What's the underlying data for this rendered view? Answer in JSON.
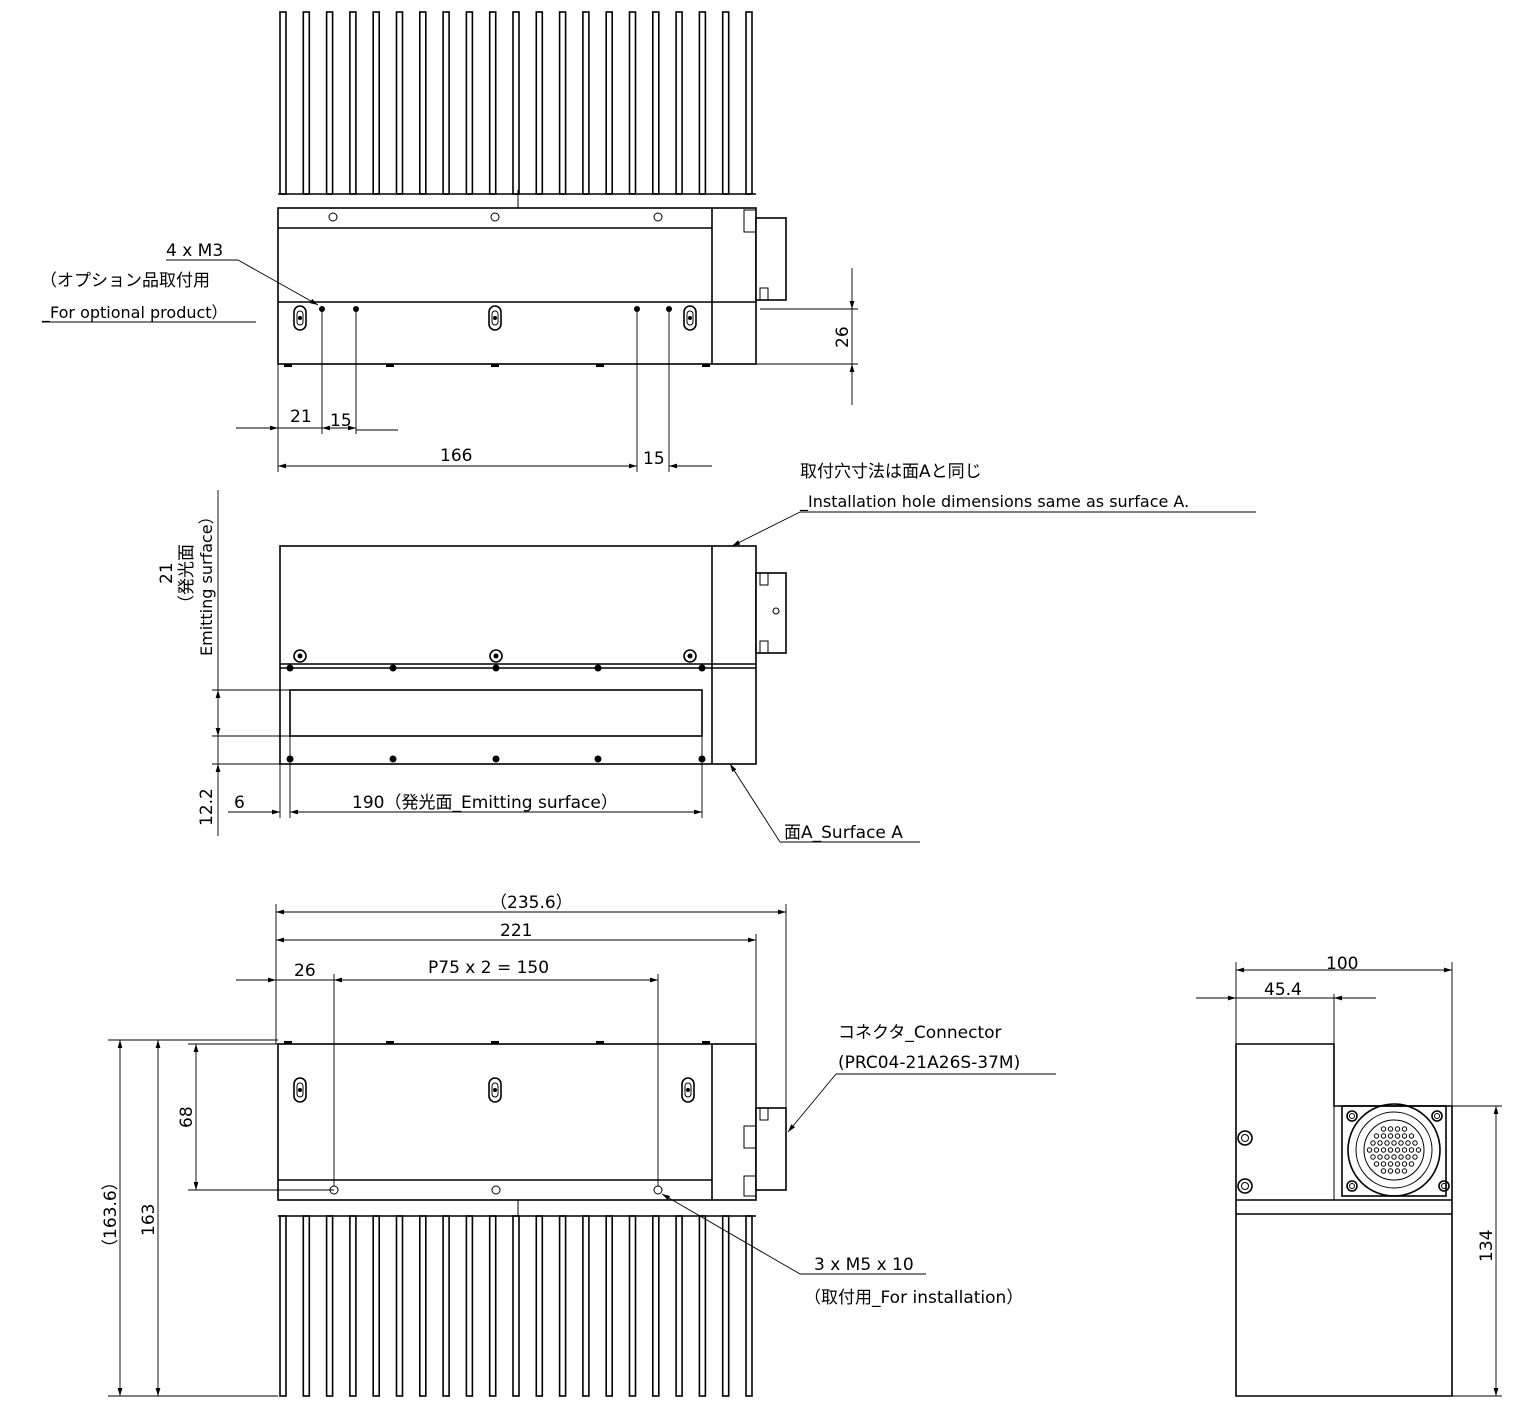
{
  "top_view": {
    "m3_callout": "4 x M3",
    "m3_note_jp": "（オプション品取付用",
    "m3_note_en": "_For optional product）",
    "dim_26": "26",
    "dim_21": "21",
    "dim_15_left": "15",
    "dim_166": "166",
    "dim_15_right": "15"
  },
  "side_view": {
    "install_note_jp": "取付穴寸法は面Aと同じ",
    "install_note_en": "_Installation hole dimensions same as surface A.",
    "dim_21_label": "21",
    "emit_jp": "（発光面",
    "emit_en": "Emitting surface）",
    "dim_12_2": "12.2",
    "dim_6": "6",
    "dim_190": "190（発光面_Emitting surface）",
    "surface_a": "面A_Surface A"
  },
  "bottom_view": {
    "dim_235_6": "（235.6）",
    "dim_221": "221",
    "dim_26": "26",
    "dim_pitch": "P75 x 2 = 150",
    "dim_68": "68",
    "dim_163": "163",
    "dim_163_6": "（163.6）",
    "connector_label": "コネクタ_Connector",
    "connector_model": "(PRC04-21A26S-37M)",
    "m5_callout": "3 x M5 x 10",
    "m5_note": "（取付用_For installation）"
  },
  "end_view": {
    "dim_100": "100",
    "dim_45_4": "45.4",
    "dim_134": "134"
  }
}
